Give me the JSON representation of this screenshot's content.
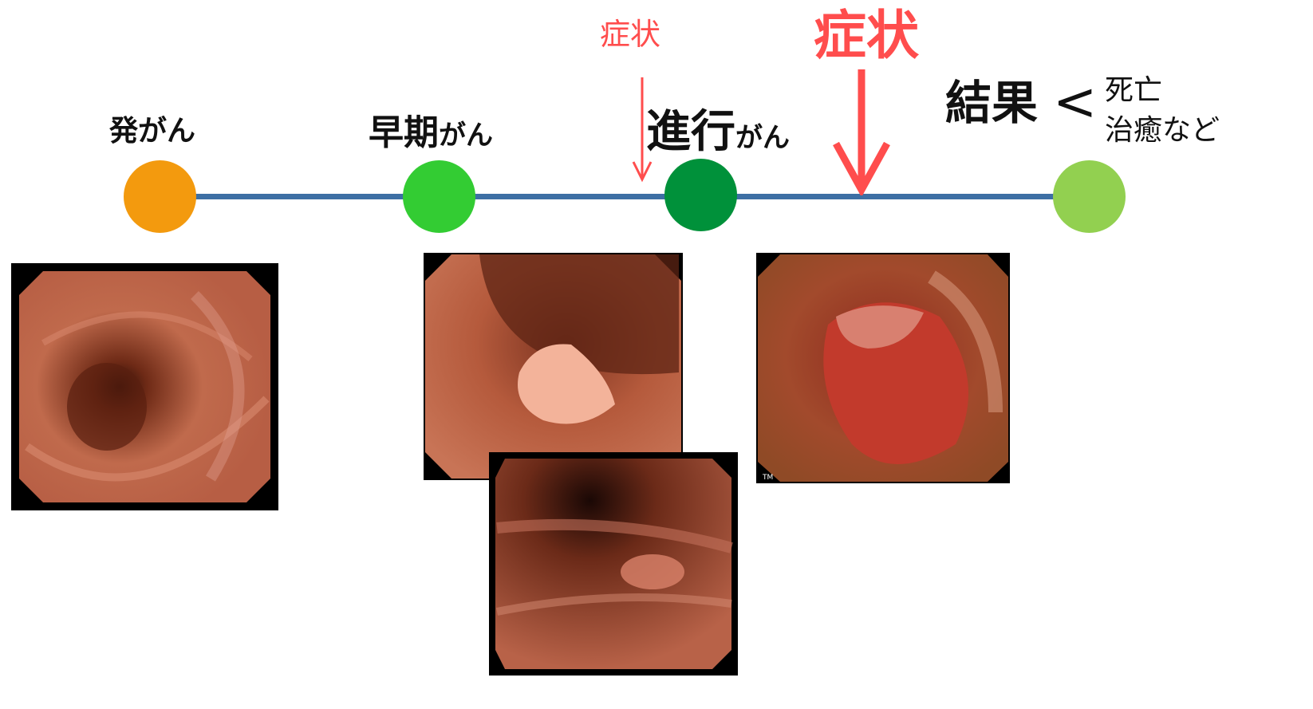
{
  "stages": [
    {
      "main": "",
      "suffix": "発がん",
      "color": "#f39a0e"
    },
    {
      "main": "早期",
      "suffix": "がん",
      "color": "#33cc33"
    },
    {
      "main": "進行",
      "suffix": "がん",
      "color": "#00913a"
    },
    {
      "main": "結果",
      "suffix": "",
      "color": "#92d050"
    }
  ],
  "symptom_small": "症状",
  "symptom_large": "症状",
  "outcome_lt": "<",
  "outcome_line1": "死亡",
  "outcome_line2": "治癒など",
  "tm_mark": "TM",
  "colors": {
    "timeline": "#3d6fa4",
    "symptom": "#ff4d4d"
  }
}
